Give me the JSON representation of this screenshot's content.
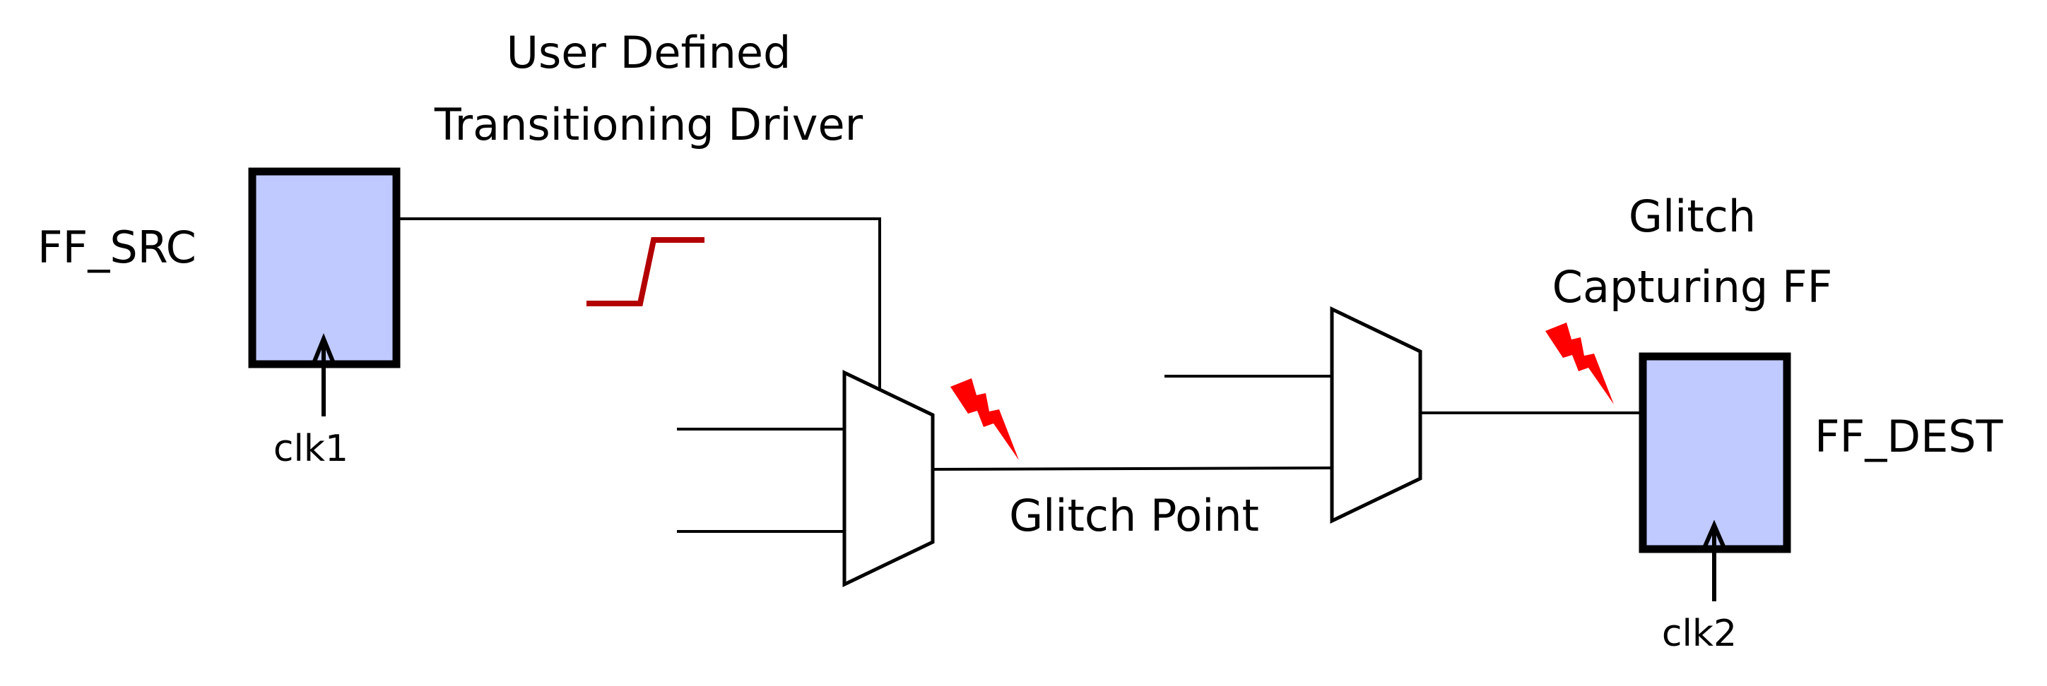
{
  "labels": {
    "driver_line1": "User Defined",
    "driver_line2": "Transitioning Driver",
    "ff_src": "FF_SRC",
    "clk1": "clk1",
    "glitch_point": "Glitch Point",
    "capture_line1": "Glitch",
    "capture_line2": "Capturing FF",
    "ff_dest": "FF_DEST",
    "clk2": "clk2"
  },
  "colors": {
    "ff_fill": "#c0caff",
    "transition_waveform": "#b30000",
    "glitch_bolt": "#ff0000",
    "wire": "#000000"
  },
  "icons": {
    "transition": "rising-edge-icon",
    "glitch": "lightning-bolt-icon"
  }
}
